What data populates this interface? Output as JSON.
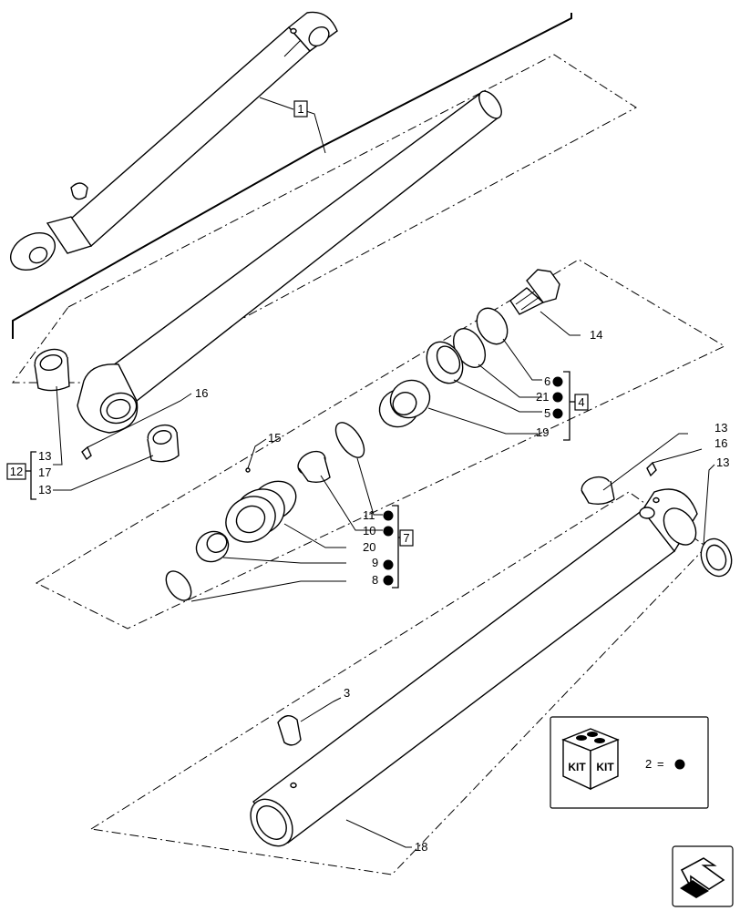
{
  "labels": {
    "l1": "1",
    "l2": "2",
    "l3": "3",
    "l4": "4",
    "l5": "5",
    "l6": "6",
    "l7": "7",
    "l8": "8",
    "l9": "9",
    "l10": "10",
    "l11": "11",
    "l12": "12",
    "l13a": "13",
    "l13b": "13",
    "l13c": "13",
    "l13d": "13",
    "l14": "14",
    "l15": "15",
    "l16a": "16",
    "l16b": "16",
    "l17": "17",
    "l18": "18",
    "l19": "19",
    "l20": "20",
    "l21": "21"
  },
  "kit": {
    "word_left": "KIT",
    "word_right": "KIT",
    "equals": "="
  }
}
